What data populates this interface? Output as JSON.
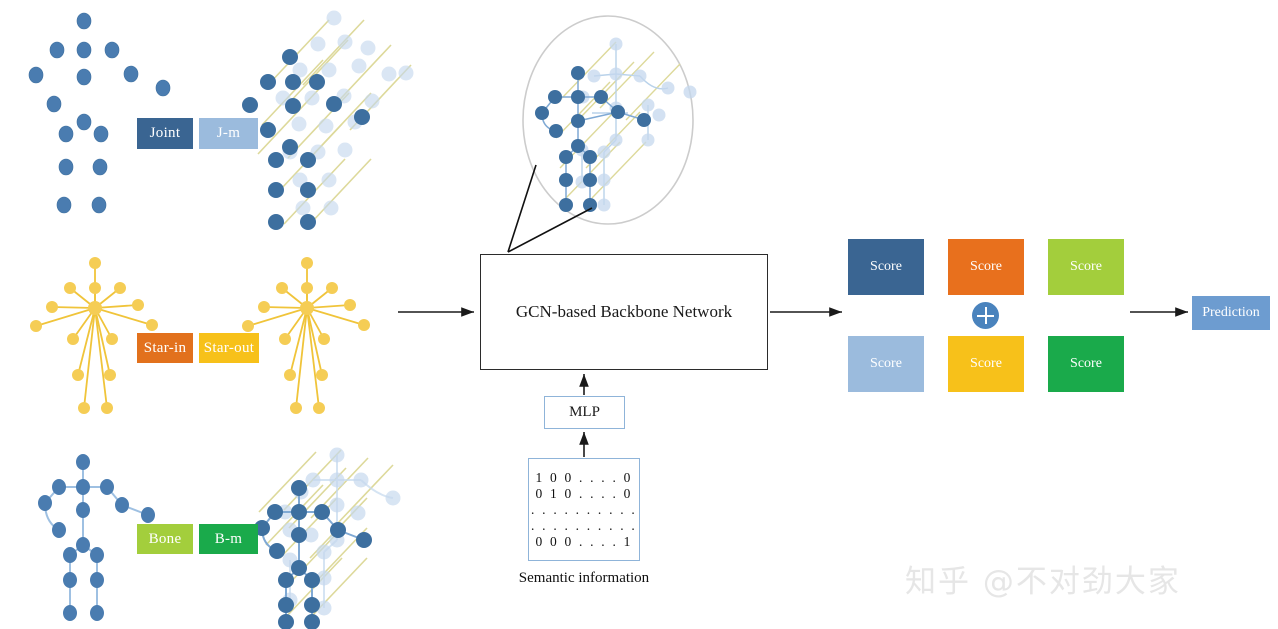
{
  "streams": [
    {
      "id": "joint",
      "label": "Joint",
      "color": "#3a6592"
    },
    {
      "id": "jm",
      "label": "J-m",
      "color": "#9bbbdd"
    },
    {
      "id": "starin",
      "label": "Star-in",
      "color": "#e2711d"
    },
    {
      "id": "starout",
      "label": "Star-out",
      "color": "#f7c11a"
    },
    {
      "id": "bone",
      "label": "Bone",
      "color": "#a3ce3c"
    },
    {
      "id": "bm",
      "label": "B-m",
      "color": "#1aaa4b"
    }
  ],
  "backbone": {
    "label": "GCN-based Backbone Network",
    "mlp_label": "MLP"
  },
  "semantic": {
    "caption": "Semantic information",
    "matrix_rows": [
      "1 0 0 . . . . 0",
      "0 1 0 . . . . 0",
      ". . . . . . . . . .",
      ". . . . . . . . . .",
      "0 0 0 . . . . 1"
    ]
  },
  "scores": [
    {
      "label": "Score",
      "color": "#3a6592"
    },
    {
      "label": "Score",
      "color": "#e8701d"
    },
    {
      "label": "Score",
      "color": "#a3ce3c"
    },
    {
      "label": "Score",
      "color": "#9bbbdd"
    },
    {
      "label": "Score",
      "color": "#f7c11a"
    },
    {
      "label": "Score",
      "color": "#1aaa4b"
    }
  ],
  "fusion": {
    "operator_icon": "plus-circle-icon"
  },
  "prediction": {
    "label": "Prediction",
    "color": "#6d9cd0"
  },
  "watermark": {
    "text": "知乎 @不对劲大家"
  },
  "magnifier": {
    "icon": "graph-zoom-ellipse"
  }
}
